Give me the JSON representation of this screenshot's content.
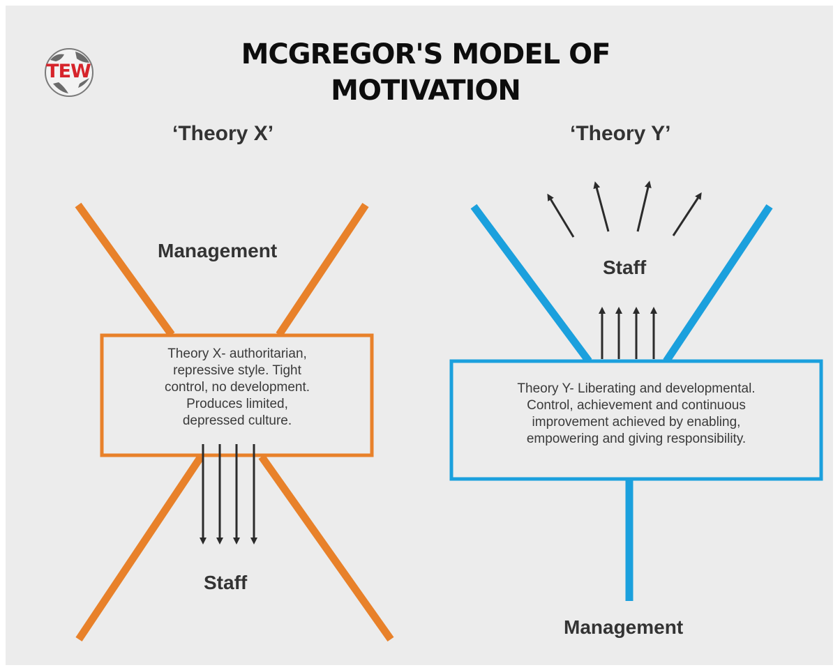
{
  "logo": {
    "text": "TEW",
    "color": "#d6242b"
  },
  "title": {
    "line1": "MCGREGOR'S MODEL OF",
    "line2": "MOTIVATION"
  },
  "theory_x": {
    "label": "‘Theory X’",
    "color": "#e8812a",
    "top_label": "Management",
    "bottom_label": "Staff",
    "box_lines": [
      "Theory X- authoritarian,",
      "repressive style. Tight",
      "control, no development.",
      "Produces limited,",
      "depressed culture."
    ],
    "arrow_direction": "down",
    "arrow_count": 4
  },
  "theory_y": {
    "label": "‘Theory Y’",
    "color": "#1ba0dd",
    "top_label": "Staff",
    "bottom_label": "Management",
    "box_lines": [
      "Theory Y- Liberating and developmental.",
      "Control, achievement and continuous",
      "improvement achieved by enabling,",
      "empowering and giving responsibility."
    ],
    "arrow_direction": "up",
    "arrow_count": 4,
    "fan_arrow_count": 4
  },
  "colors": {
    "background": "#ececec",
    "arrow": "#2b2b2b",
    "text": "#333333"
  }
}
